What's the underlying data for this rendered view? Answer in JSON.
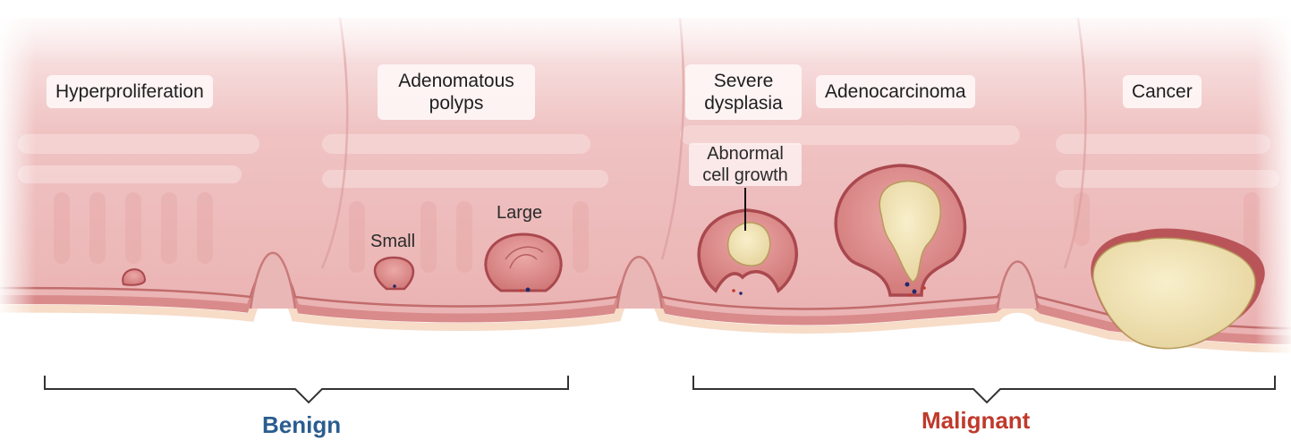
{
  "stages": {
    "hyperproliferation": "Hyperproliferation",
    "adenomatous_polyps": "Adenomatous\npolyps",
    "severe_dysplasia": "Severe\ndysplasia",
    "adenocarcinoma": "Adenocarcinoma",
    "cancer": "Cancer"
  },
  "annotations": {
    "small": "Small",
    "large": "Large",
    "abnormal_cell_growth": "Abnormal\ncell growth"
  },
  "groups": {
    "benign": {
      "label": "Benign",
      "color": "#2a5d8f"
    },
    "malignant": {
      "label": "Malignant",
      "color": "#c0392b"
    }
  },
  "colors": {
    "tissue": "#f1c9c9",
    "tissue_dark": "#e3a4a4",
    "polyp": "#d98585",
    "polyp_rim": "#a9484e",
    "tumor": "#eedfae",
    "bracket": "#333333"
  }
}
